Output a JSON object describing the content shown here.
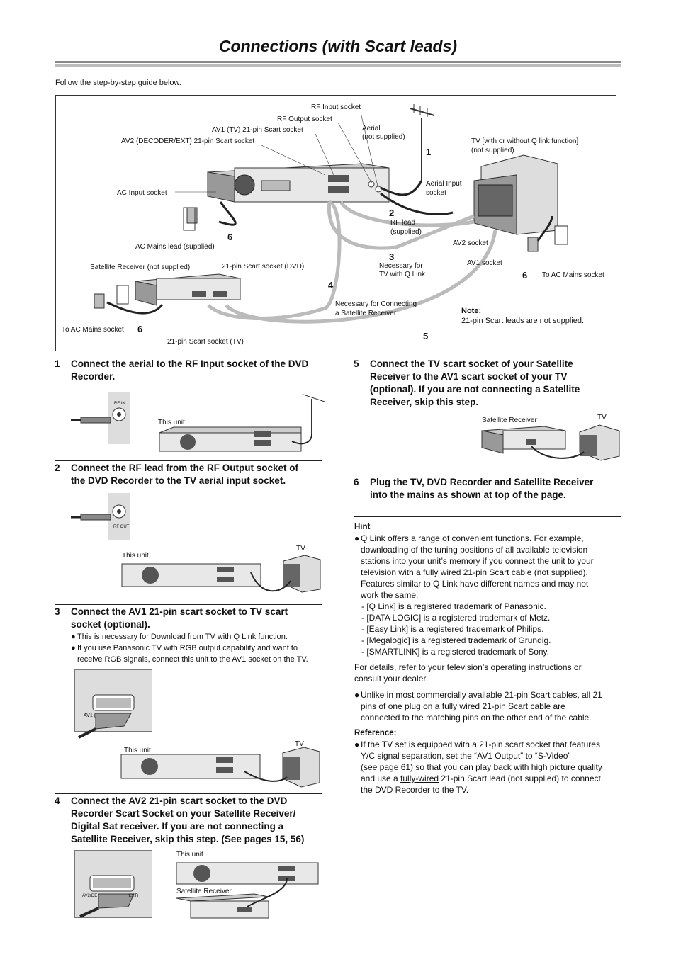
{
  "title": "Connections (with Scart leads)",
  "intro": "Follow the step-by-step guide below.",
  "diagram": {
    "rf_input": "RF Input socket",
    "rf_output": "RF Output socket",
    "av1_socket": "AV1 (TV) 21-pin Scart socket",
    "av2_socket": "AV2 (DECODER/EXT) 21-pin Scart socket",
    "aerial": "Aerial",
    "aerial_note": "(not supplied)",
    "tv_label": "TV [with or without Q link function]",
    "tv_note": "(not supplied)",
    "ac_input": "AC Input socket",
    "aerial_input": "Aerial Input",
    "aerial_input2": "socket",
    "rf_lead": "RF lead",
    "rf_lead_note": "(supplied)",
    "ac_mains_lead": "AC Mains lead (supplied)",
    "av2_tv": "AV2 socket",
    "sat_receiver": "Satellite Receiver (not supplied)",
    "scart_dvd": "21-pin Scart socket (DVD)",
    "necessary_qlink1": "Necessary for",
    "necessary_qlink2": "TV with Q Link",
    "av1_tv": "AV1 socket",
    "to_ac_mains_right": "To AC Mains socket",
    "necessary_sat1": "Necessary for Connecting",
    "necessary_sat2": "a Satellite Receiver",
    "note_label": "Note:",
    "note_text": "21-pin Scart leads are not supplied.",
    "to_ac_mains_left": "To AC Mains socket",
    "scart_tv": "21-pin Scart socket (TV)",
    "n1": "1",
    "n2": "2",
    "n3": "3",
    "n4": "4",
    "n5": "5",
    "n6a": "6",
    "n6b": "6",
    "n6c": "6"
  },
  "steps": {
    "s1_num": "1",
    "s1_line1": "Connect the aerial to the RF Input socket of the DVD",
    "s1_line2": "Recorder.",
    "s1_this_unit": "This unit",
    "s1_rf_in": "RF IN",
    "s2_num": "2",
    "s2_line1": "Connect the RF lead from the RF Output socket of",
    "s2_line2": "the DVD Recorder to the TV aerial input socket.",
    "s2_this_unit": "This unit",
    "s2_tv": "TV",
    "s2_rf_out": "RF OUT",
    "s3_num": "3",
    "s3_line1": "Connect the AV1 21-pin scart socket to TV scart",
    "s3_line2": "socket (optional).",
    "s3_b1": "This is necessary for Download from TV with Q Link function.",
    "s3_b2a": "If you use Panasonic TV with RGB output capability and want to",
    "s3_b2b": "receive RGB signals, connect this unit to the AV1 socket on the TV.",
    "s3_this_unit": "This unit",
    "s3_tv": "TV",
    "s3_av1": "AV1 (",
    "s4_num": "4",
    "s4_line1": "Connect the AV2 21-pin scart socket to the DVD",
    "s4_line2": "Recorder Scart Socket on your Satellite Receiver/",
    "s4_line3": "Digital Sat receiver. If you are not connecting a",
    "s4_line4": "Satellite Receiver, skip this step. (See pages 15, 56)",
    "s4_this_unit": "This unit",
    "s4_sat": "Satellite Receiver",
    "s4_av2": "AV2(DE",
    "s4_ext": "/EXT)",
    "s5_num": "5",
    "s5_line1": "Connect the TV scart socket of your Satellite",
    "s5_line2": "Receiver to the AV1 scart socket of your TV",
    "s5_line3": "(optional). If you are not connecting a Satellite",
    "s5_line4": "Receiver, skip this step.",
    "s5_sat": "Satellite Receiver",
    "s5_tv": "TV",
    "s6_num": "6",
    "s6_line1": "Plug the TV, DVD Recorder and Satellite Receiver",
    "s6_line2": "into the mains as shown at top of the page."
  },
  "hint": {
    "heading": "Hint",
    "p1_1": "Q Link offers a range of convenient functions. For example,",
    "p1_2": "downloading of the tuning positions of all available television",
    "p1_3": "stations into your unit’s memory if you connect the unit to your",
    "p1_4": "television with a fully wired 21-pin Scart cable (not supplied).",
    "p1_5": "Features similar to Q Link have different names and may not",
    "p1_6": "work the same.",
    "tm1": "-  [Q Link] is a registered trademark of Panasonic.",
    "tm2": "-  [DATA LOGIC] is a registered trademark of Metz.",
    "tm3": "-  [Easy Link] is a registered trademark of Philips.",
    "tm4": "-  [Megalogic] is a registered trademark of Grundig.",
    "tm5": "-  [SMARTLINK] is a registered trademark of Sony.",
    "p2_1": "For details, refer to your television’s operating instructions or",
    "p2_2": "consult your dealer.",
    "p3_1": "Unlike in most commercially available 21-pin Scart cables, all 21",
    "p3_2": "pins of one plug on a fully wired 21-pin Scart cable are",
    "p3_3": "connected to the matching pins on the other end of the cable.",
    "ref_heading": "Reference:",
    "r1": "If the TV set is equipped with a 21-pin scart socket that features",
    "r2": "Y/C signal separation, set the “AV1 Output” to “S-Video”",
    "r3": "(see page 61) so that you can play back with high picture quality",
    "r4a": "and use a ",
    "r4b": "fully-wired",
    "r4c": " 21-pin Scart lead (not supplied) to connect",
    "r5": "the DVD Recorder to the TV."
  },
  "bullet": "●"
}
